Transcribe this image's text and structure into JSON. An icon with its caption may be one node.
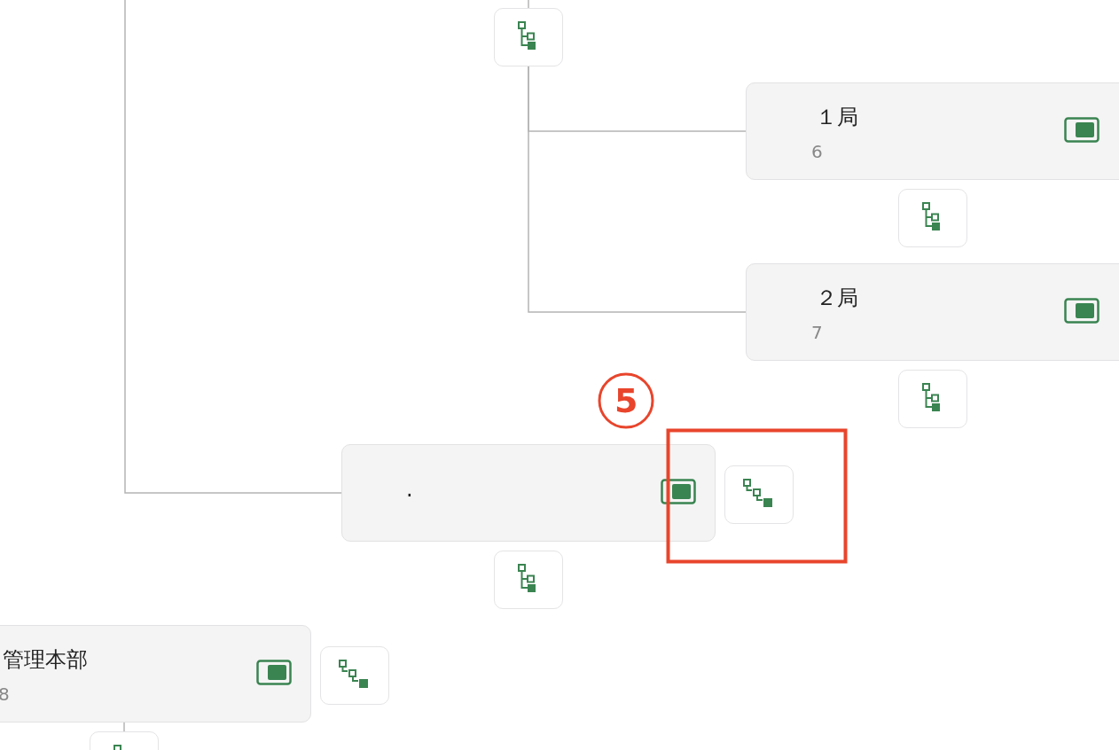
{
  "diagram": {
    "nodes": [
      {
        "text": [
          "１局",
          "6"
        ]
      },
      {
        "text": [
          "２局",
          "7"
        ]
      },
      {
        "text": [
          "."
        ]
      },
      {
        "text": [
          "管理本部",
          "8"
        ]
      },
      {
        "text": [],
        "shape": "box"
      },
      {
        "text": [],
        "shape": "box"
      },
      {
        "text": [],
        "shape": "box"
      },
      {
        "text": [],
        "shape": "box"
      },
      {
        "text": [],
        "shape": "box"
      },
      {
        "text": [],
        "shape": "box"
      },
      {
        "text": [],
        "shape": "box"
      }
    ],
    "edges": [
      {
        "from": null,
        "to": 4,
        "arrow": "none"
      },
      {
        "from": 4,
        "to": 0,
        "arrow": "none"
      },
      {
        "from": 4,
        "to": 1,
        "arrow": "none"
      },
      {
        "from": null,
        "to": 2,
        "arrow": "none"
      },
      {
        "from": 3,
        "to": 10,
        "arrow": "none"
      }
    ],
    "labels": [
      "5"
    ]
  }
}
